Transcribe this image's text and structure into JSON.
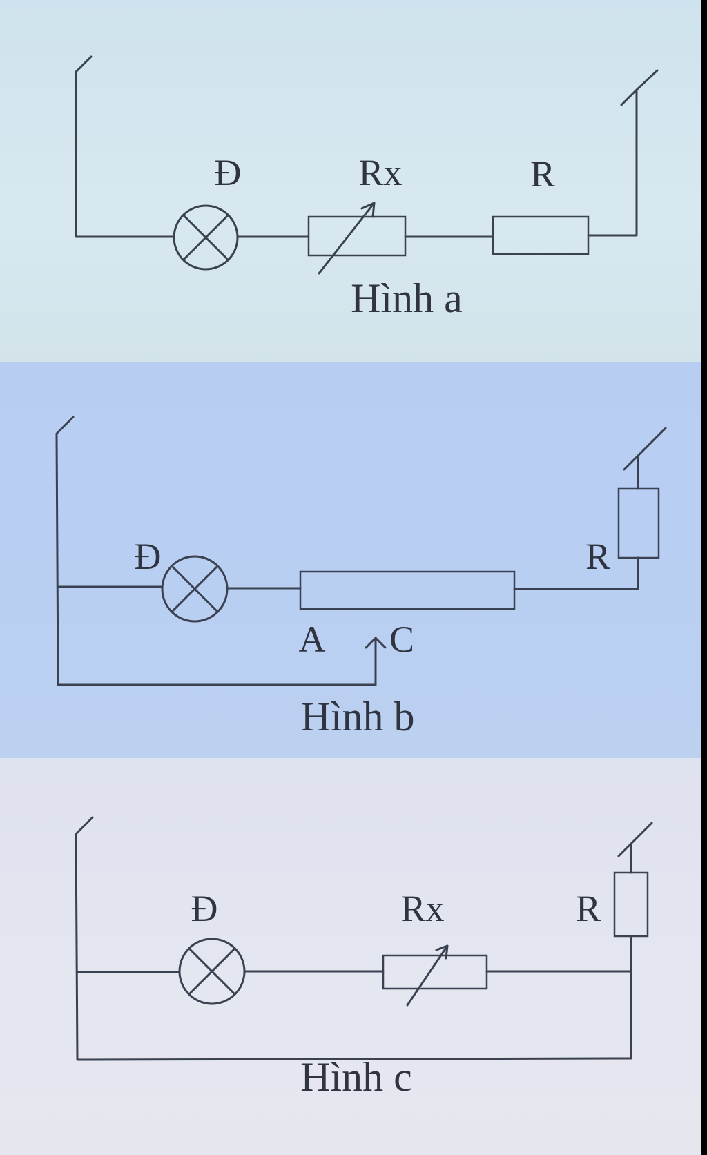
{
  "figures": [
    {
      "id": "a",
      "caption": "Hình a",
      "lamp_label": "Đ",
      "rheostat_label": "Rx",
      "resistor_label": "R"
    },
    {
      "id": "b",
      "caption": "Hình b",
      "lamp_label": "Đ",
      "resistor_label": "R",
      "point_a_label": "A",
      "point_c_label": "C"
    },
    {
      "id": "c",
      "caption": "Hình c",
      "lamp_label": "Đ",
      "rheostat_label": "Rx",
      "resistor_label": "R"
    }
  ]
}
